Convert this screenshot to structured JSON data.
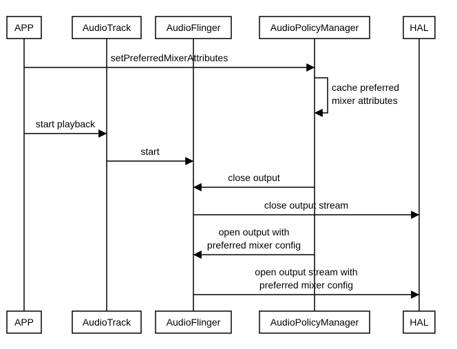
{
  "participants": [
    "APP",
    "AudioTrack",
    "AudioFlinger",
    "AudioPolicyManager",
    "HAL"
  ],
  "messages": [
    {
      "from": 0,
      "to": 3,
      "label": [
        "setPreferredMixerAttributes"
      ]
    },
    {
      "from": 3,
      "to": 3,
      "self": true,
      "label": [
        "cache preferred",
        "mixer attributes"
      ]
    },
    {
      "from": 0,
      "to": 1,
      "label": [
        "start playback"
      ]
    },
    {
      "from": 1,
      "to": 2,
      "label": [
        "start"
      ]
    },
    {
      "from": 3,
      "to": 2,
      "label": [
        "close output"
      ]
    },
    {
      "from": 2,
      "to": 4,
      "label": [
        "close output stream"
      ]
    },
    {
      "from": 3,
      "to": 2,
      "label": [
        "open output with",
        "preferred mixer config"
      ]
    },
    {
      "from": 2,
      "to": 4,
      "label": [
        "open output stream with",
        "preferred mixer config"
      ]
    }
  ]
}
